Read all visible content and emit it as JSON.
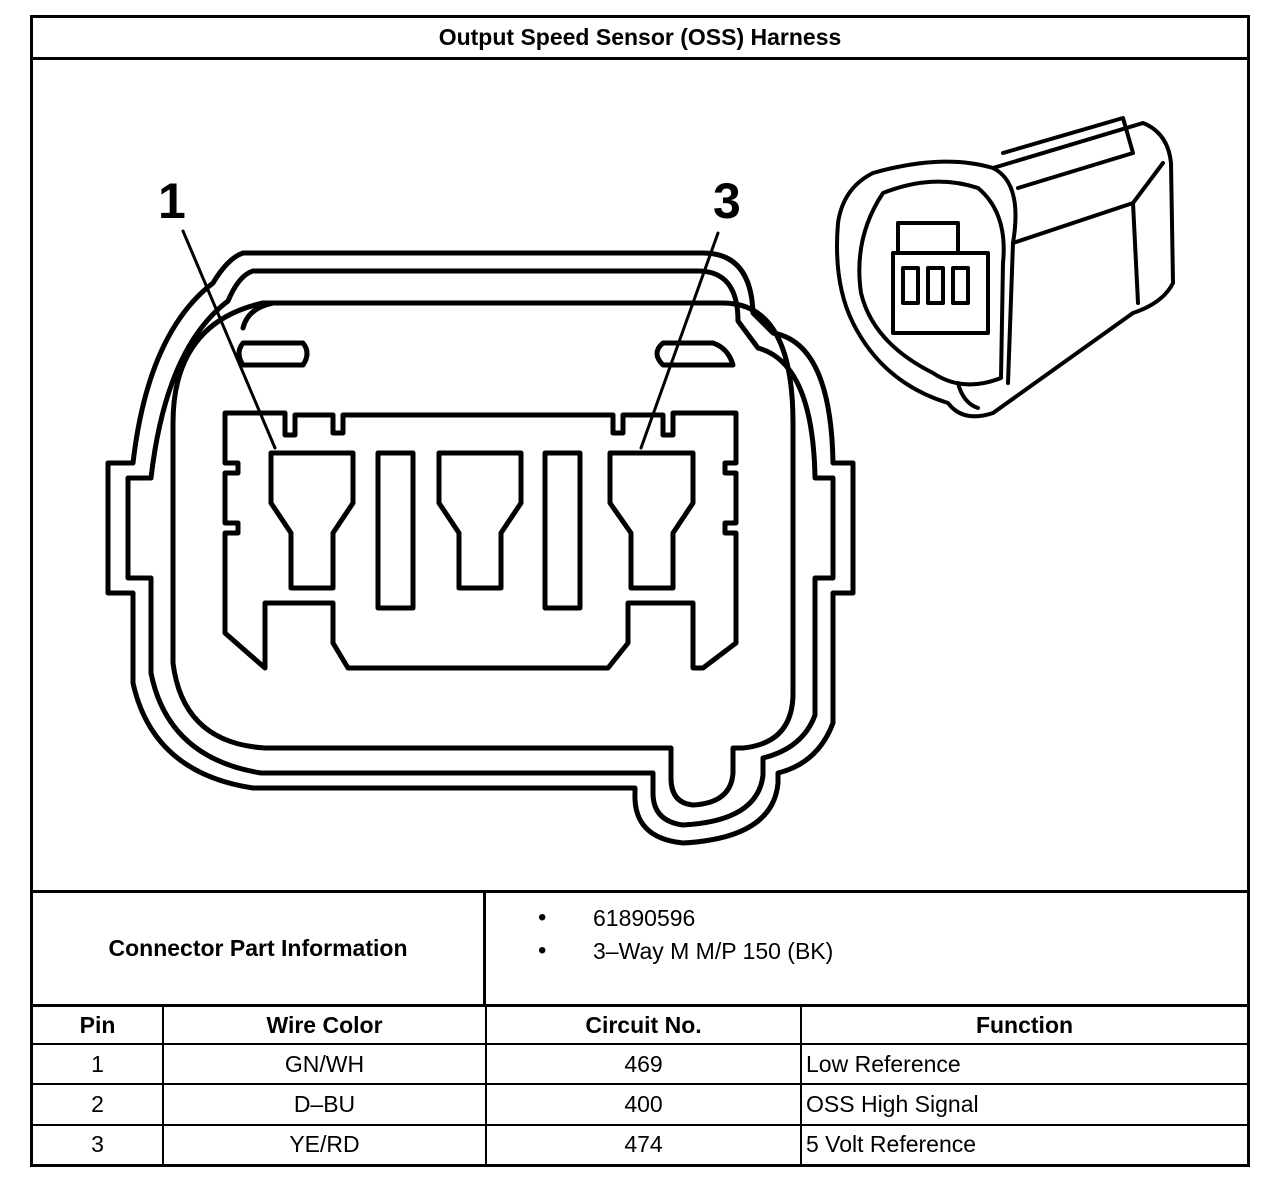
{
  "title": "Output Speed Sensor (OSS) Harness",
  "diagram": {
    "callouts": [
      "1",
      "3"
    ]
  },
  "part_info": {
    "label": "Connector Part Information",
    "items": [
      "61890596",
      "3–Way M M/P 150 (BK)"
    ]
  },
  "pin_table": {
    "headers": [
      "Pin",
      "Wire Color",
      "Circuit No.",
      "Function"
    ],
    "rows": [
      [
        "1",
        "GN/WH",
        "469",
        "Low Reference"
      ],
      [
        "2",
        "D–BU",
        "400",
        "OSS High Signal"
      ],
      [
        "3",
        "YE/RD",
        "474",
        "5 Volt Reference"
      ]
    ]
  }
}
